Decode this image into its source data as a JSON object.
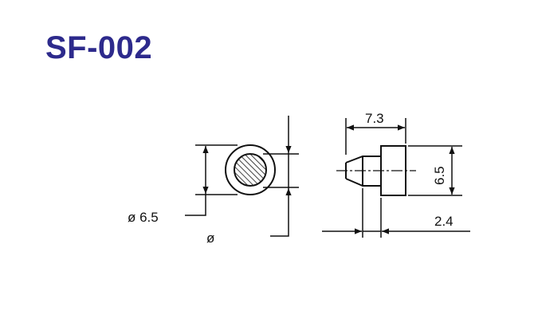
{
  "title": "SF-002",
  "front_view": {
    "diameter_label": "ø 6.5",
    "inner_diameter_label": "ø"
  },
  "side_view": {
    "length_label": "7.3",
    "height_label": "6.5",
    "flange_label": "2.4"
  },
  "colors": {
    "title": "#2d2a8c",
    "line": "#111111"
  }
}
